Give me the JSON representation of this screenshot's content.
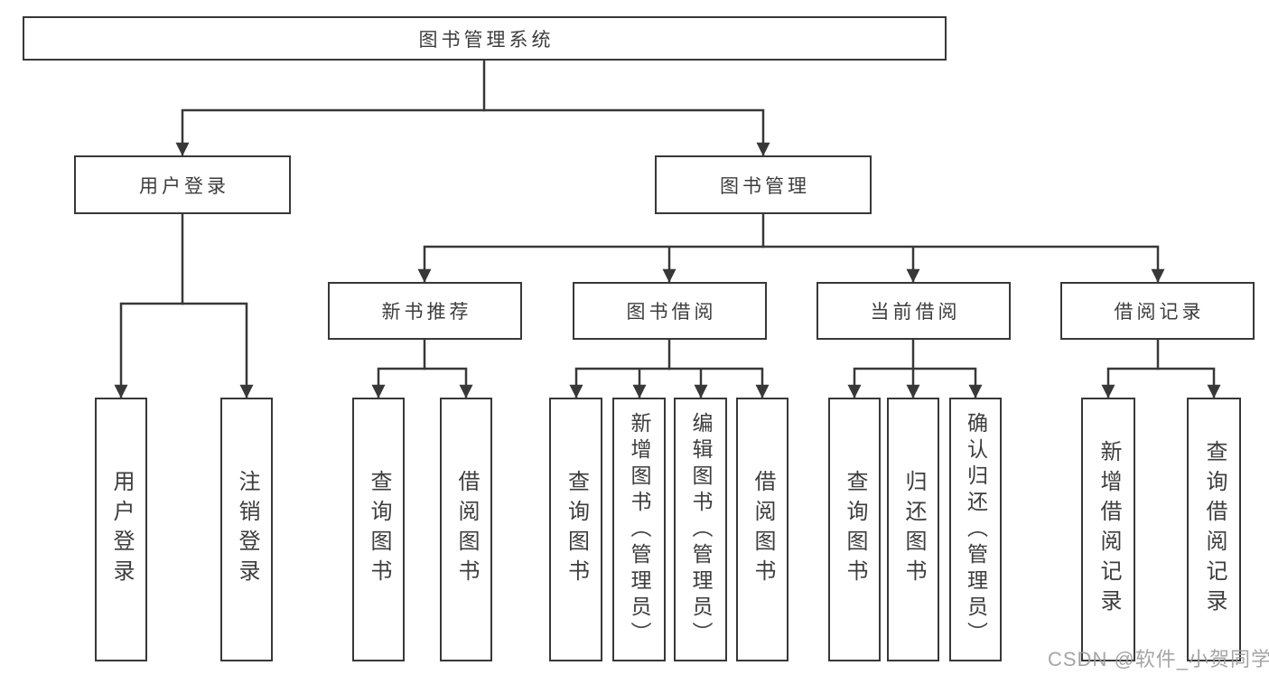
{
  "diagram": {
    "root": {
      "label": "图书管理系统"
    },
    "level2": [
      {
        "label": "用户登录",
        "leaves": [
          {
            "label": "用户登录"
          },
          {
            "label": "注销登录"
          }
        ]
      },
      {
        "label": "图书管理",
        "sections": [
          {
            "label": "新书推荐",
            "leaves": [
              {
                "label": "查询图书"
              },
              {
                "label": "借阅图书"
              }
            ]
          },
          {
            "label": "图书借阅",
            "leaves": [
              {
                "label": "查询图书"
              },
              {
                "label": "新增图书（管理员）"
              },
              {
                "label": "编辑图书（管理员）"
              },
              {
                "label": "借阅图书"
              }
            ]
          },
          {
            "label": "当前借阅",
            "leaves": [
              {
                "label": "查询图书"
              },
              {
                "label": "归还图书"
              },
              {
                "label": "确认归还（管理员）"
              }
            ]
          },
          {
            "label": "借阅记录",
            "leaves": [
              {
                "label": "新增借阅记录"
              },
              {
                "label": "查询借阅记录"
              }
            ]
          }
        ]
      }
    ]
  },
  "watermark": {
    "text": "CSDN @软件_小贺同学"
  },
  "colors": {
    "line": "#383838",
    "text": "#3d3d3d",
    "watermark": "#9b9b9b",
    "background": "#ffffff"
  }
}
